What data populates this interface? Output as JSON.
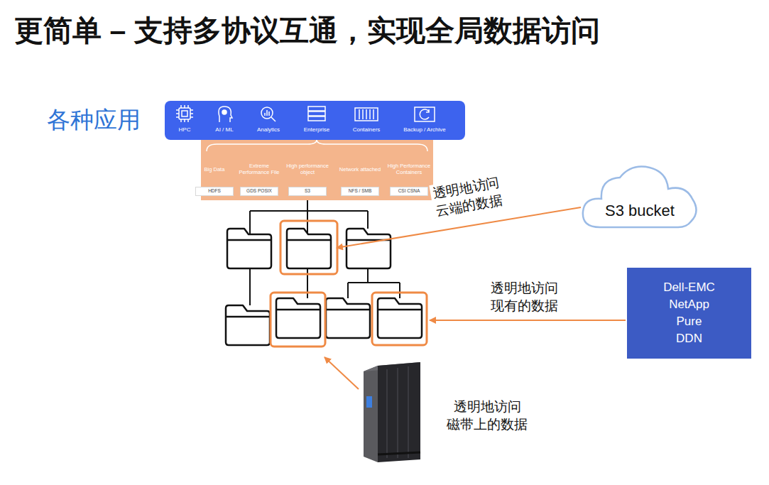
{
  "diagram": {
    "title": "更简单 – 支持多协议互通，实现全局数据访问",
    "nodes": [
      {
        "text": [
          "各种应用",
          "HPC",
          "AI / ML",
          "Analytics",
          "Enterprise",
          "Containers",
          "Backup / Archive"
        ]
      },
      {
        "text": [
          "Big Data",
          "Extreme Performance File",
          "High performance object",
          "Network attached",
          "High Performance Containers"
        ]
      },
      {
        "text": [
          "HDFS"
        ],
        "in": 1
      },
      {
        "text": [
          "GDS POSIX"
        ],
        "in": 1
      },
      {
        "text": [
          "S3"
        ],
        "in": 1
      },
      {
        "text": [
          "NFS / SMB"
        ],
        "in": 1
      },
      {
        "text": [
          "CSI CSNA"
        ],
        "in": 1
      },
      {
        "text": [
          "S3 bucket"
        ]
      },
      {
        "text": [
          "Dell-EMC NetApp Pure DDN"
        ]
      }
    ],
    "labels": [
      "透明地访问 云端的数据",
      "透明地访问 现有的数据",
      "透明地访问 磁带上的数据"
    ]
  }
}
